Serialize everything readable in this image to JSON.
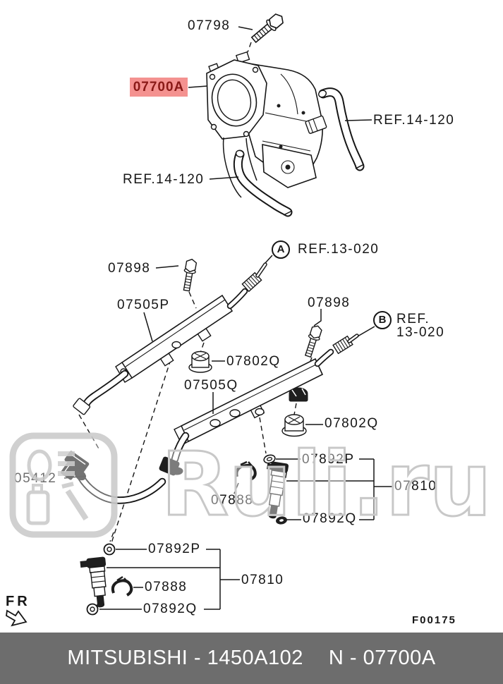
{
  "watermark": {
    "text": "Ruli.ru",
    "logo": "ruli-oil-can-logo"
  },
  "diagram": {
    "drawing_code": "F00175",
    "orientation_label": "FR",
    "highlight_bg": "#f49290",
    "highlight_fg": "#8a1a17",
    "callouts": {
      "a": "A",
      "b": "B"
    },
    "refs": {
      "hose_right": "REF.14-120",
      "hose_left": "REF.14-120",
      "view_a": "REF.13-020",
      "view_b_line1": "REF.",
      "view_b_line2": "13-020"
    },
    "parts": {
      "bolt_top": "07798",
      "throttle_body": "07700A",
      "bolt_front": "07898",
      "bolt_rear": "07898",
      "fuel_rail_front": "07505P",
      "fuel_rail_rear": "07505Q",
      "insulator_front": "07802Q",
      "insulator_rear": "07802Q",
      "oring_upper_rear": "07892P",
      "clamp_rear": "07888",
      "oring_lower_rear": "07892Q",
      "injector_assy_rear": "07810",
      "oring_upper_front": "07892P",
      "clamp_front": "07888",
      "oring_lower_front": "07892Q",
      "injector_assy_front": "07810",
      "fuel_hose_connector": "05412"
    }
  },
  "footer": {
    "bg": "#6d6d6d",
    "brand_part": "MITSUBISHI - 1450A102",
    "page_ref": "N - 07700A"
  }
}
